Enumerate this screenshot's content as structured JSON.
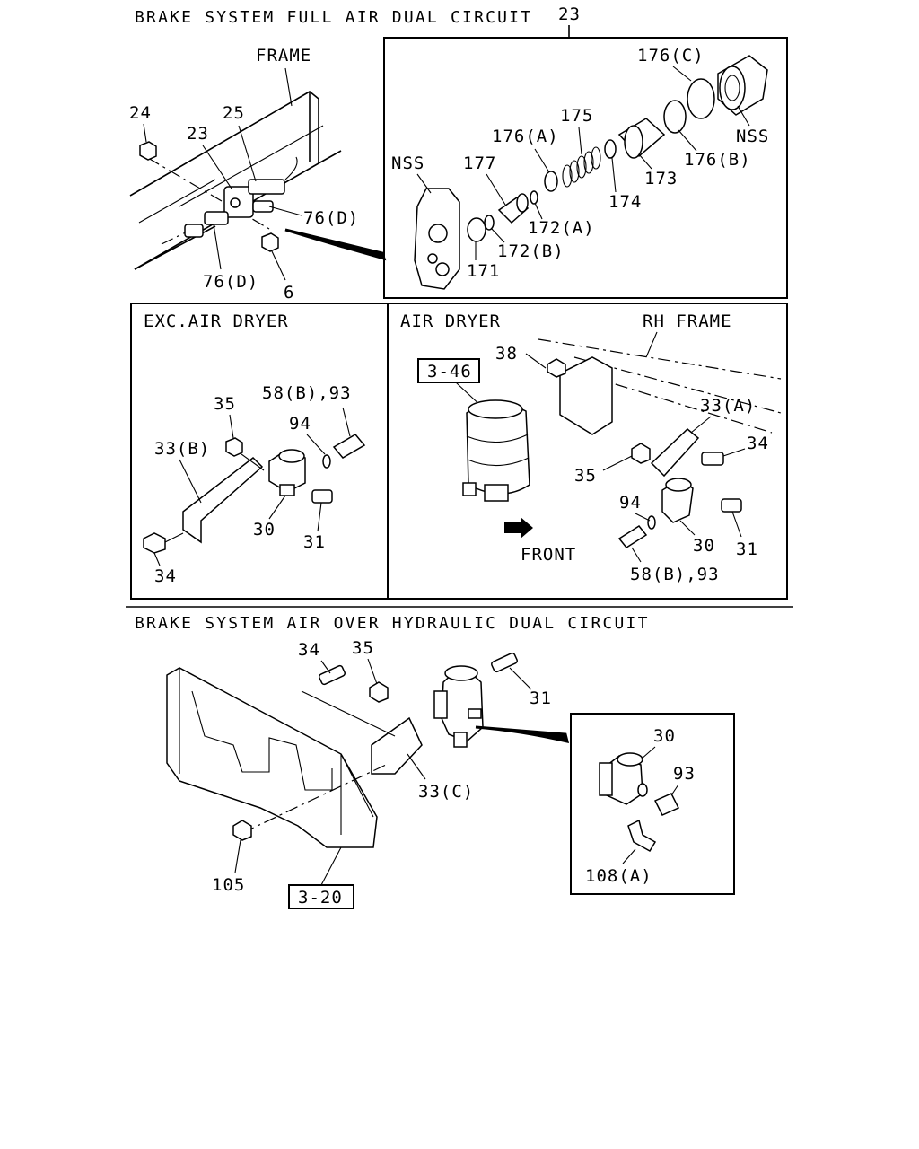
{
  "titles": {
    "full_air": "BRAKE SYSTEM FULL AIR DUAL CIRCUIT",
    "air_over_hydraulic": "BRAKE SYSTEM AIR OVER HYDRAULIC DUAL CIRCUIT"
  },
  "panel_labels": {
    "exc_air_dryer": "EXC.AIR DRYER",
    "air_dryer": "AIR DRYER",
    "frame": "FRAME",
    "rh_frame": "RH FRAME",
    "front": "FRONT"
  },
  "callouts": {
    "top_left": {
      "p24": "24",
      "p25": "25",
      "p23": "23",
      "p76d_a": "76(D)",
      "p76d_b": "76(D)",
      "p6": "6"
    },
    "detail_23": {
      "header": "23",
      "p176c": "176(C)",
      "p175": "175",
      "p176a": "176(A)",
      "nss_left": "NSS",
      "p177": "177",
      "nss_right": "NSS",
      "p176b": "176(B)",
      "p173": "173",
      "p174": "174",
      "p172a": "172(A)",
      "p172b": "172(B)",
      "p171": "171"
    },
    "exc_air_dryer": {
      "p58b93": "58(B),93",
      "p35": "35",
      "p94": "94",
      "p33b": "33(B)",
      "p30": "30",
      "p31": "31",
      "p34": "34"
    },
    "air_dryer": {
      "ref": "3-46",
      "p38": "38",
      "p33a": "33(A)",
      "p34": "34",
      "p35": "35",
      "p94": "94",
      "p30": "30",
      "p31": "31",
      "p58b93": "58(B),93"
    },
    "hydraulic": {
      "p34": "34",
      "p35": "35",
      "p31": "31",
      "p33c": "33(C)",
      "p105": "105",
      "ref": "3-20",
      "p30": "30",
      "p93": "93",
      "p108a": "108(A)"
    }
  }
}
